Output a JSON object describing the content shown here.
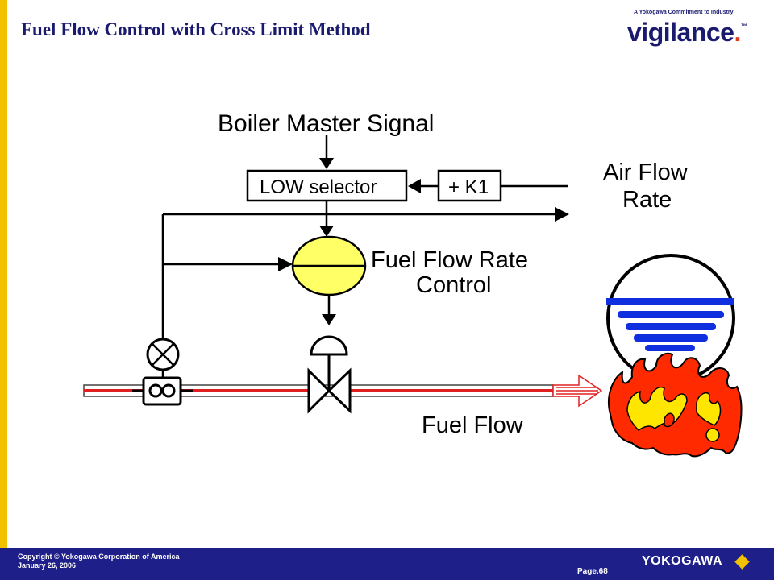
{
  "slide": {
    "title": "Fuel Flow Control with Cross Limit Method",
    "brand_tagline": "A Yokogawa Commitment to Industry",
    "brand_word": "vigilance",
    "brand_mark": "™"
  },
  "diagram": {
    "boiler_master_signal": "Boiler Master Signal",
    "low_selector": "LOW selector",
    "k1_block": "+ K1",
    "air_flow_rate_line1": "Air Flow",
    "air_flow_rate_line2": "Rate",
    "fuel_flow_rate_control_line1": "Fuel Flow Rate",
    "fuel_flow_rate_control_line2": "Control",
    "fuel_flow": "Fuel Flow",
    "colors": {
      "controller_fill": "#ffff66",
      "pipe_stripe": "#e02020",
      "flame_outer": "#ff2a00",
      "flame_inner": "#ffe600",
      "burner_bars": "#1030e0"
    }
  },
  "footer": {
    "copyright_line1": "Copyright © Yokogawa Corporation of America",
    "copyright_line2": "January 26, 2006",
    "page": "Page.68",
    "company": "YOKOGAWA"
  }
}
